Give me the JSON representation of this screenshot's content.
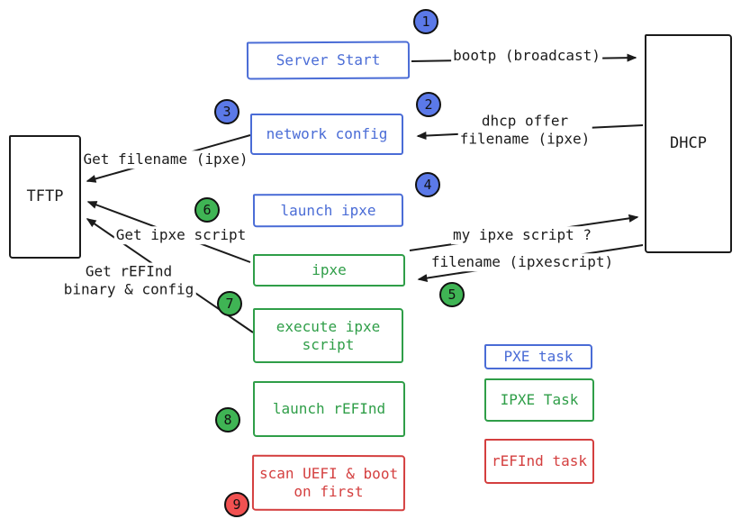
{
  "colors": {
    "blue": "#4a6cd6",
    "blue-fill": "#5b79e8",
    "green": "#2f9e48",
    "green-fill": "#3fb454",
    "red": "#d43f3f",
    "red-fill": "#f15151",
    "ink": "#1b1b1b"
  },
  "nodes": {
    "tftp": {
      "label": "TFTP"
    },
    "dhcp": {
      "label": "DHCP"
    },
    "server_start": {
      "label": "Server Start"
    },
    "network_config": {
      "label": "network config"
    },
    "launch_ipxe": {
      "label": "launch ipxe"
    },
    "ipxe": {
      "label": "ipxe"
    },
    "execute_ipxe_script": {
      "label": "execute ipxe\nscript"
    },
    "launch_refind": {
      "label": "launch rEFInd"
    },
    "scan_uefi": {
      "label": "scan UEFI & boot\non first"
    }
  },
  "edges": {
    "bootp": {
      "label": "bootp (broadcast)",
      "from": "server_start",
      "to": "dhcp"
    },
    "dhcp_offer": {
      "label": "dhcp offer\nfilename (ipxe)",
      "from": "dhcp",
      "to": "network_config"
    },
    "get_filename": {
      "label": "Get filename (ipxe)",
      "from": "network_config",
      "to": "tftp"
    },
    "my_ipxe_script": {
      "label": "my ipxe script ?",
      "from": "ipxe",
      "to": "dhcp"
    },
    "filename_ipxescript": {
      "label": "filename (ipxescript)",
      "from": "dhcp",
      "to": "ipxe"
    },
    "get_ipxe_script": {
      "label": "Get ipxe script",
      "from": "ipxe",
      "to": "tftp"
    },
    "get_refind": {
      "label": "Get rEFInd\nbinary & config",
      "from": "execute_ipxe_script",
      "to": "tftp"
    }
  },
  "steps": [
    {
      "num": "1",
      "color": "blue"
    },
    {
      "num": "2",
      "color": "blue"
    },
    {
      "num": "3",
      "color": "blue"
    },
    {
      "num": "4",
      "color": "blue"
    },
    {
      "num": "5",
      "color": "green"
    },
    {
      "num": "6",
      "color": "green"
    },
    {
      "num": "7",
      "color": "green"
    },
    {
      "num": "8",
      "color": "green"
    },
    {
      "num": "9",
      "color": "red"
    }
  ],
  "legend": [
    {
      "label": "PXE task",
      "color": "blue"
    },
    {
      "label": "IPXE Task",
      "color": "green"
    },
    {
      "label": "rEFInd task",
      "color": "red"
    }
  ]
}
